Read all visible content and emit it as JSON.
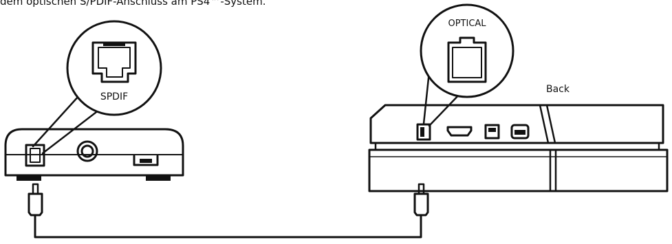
{
  "caption": "dem optischen S/PDIF-Anschluss am PS4™-System.",
  "labels": {
    "spdif": "SPDIF",
    "optical": "OPTICAL",
    "back": "Back"
  },
  "devices": {
    "left": "audio-device-spdif-out",
    "right": "game-console-rear-panel"
  },
  "connection": "optical-toslink-cable",
  "colors": {
    "line": "#111111",
    "fill": "#ffffff"
  }
}
